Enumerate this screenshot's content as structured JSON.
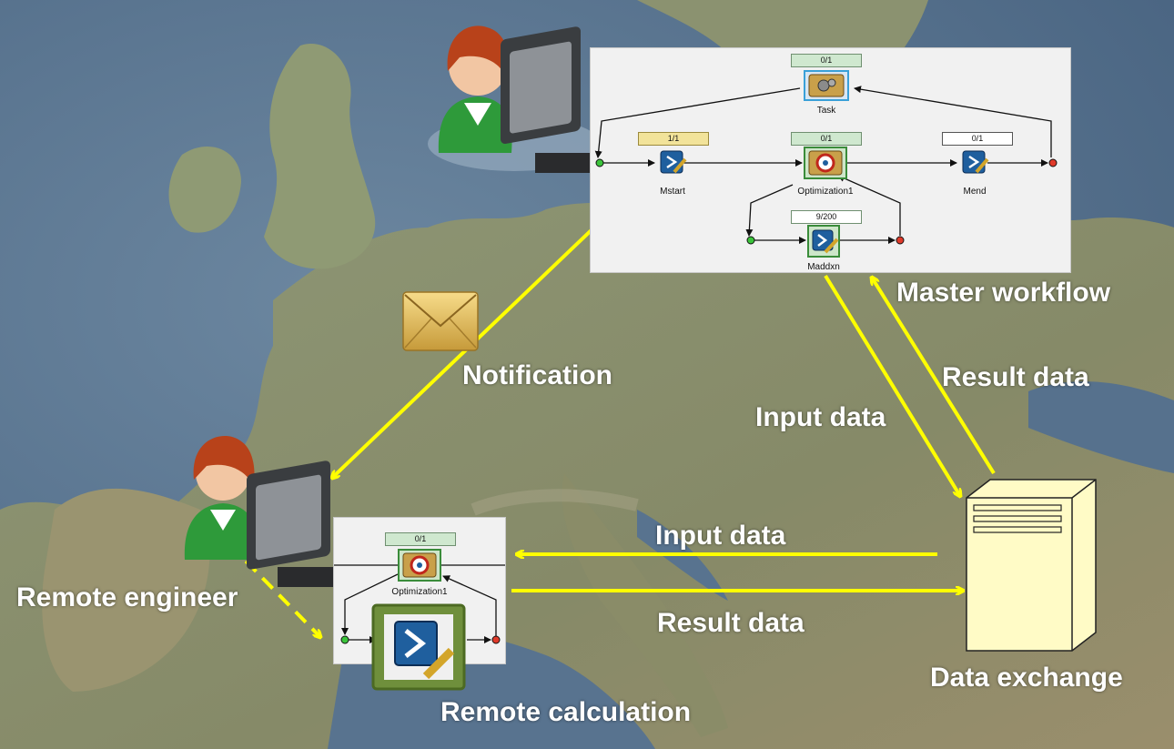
{
  "labels": {
    "notification": "Notification",
    "master_workflow": "Master workflow",
    "result_data_top": "Result data",
    "input_data_top": "Input data",
    "input_data_mid": "Input data",
    "result_data_mid": "Result data",
    "remote_engineer": "Remote engineer",
    "data_exchange": "Data exchange",
    "remote_calculation": "Remote calculation"
  },
  "master_panel": {
    "task": {
      "counter": "0/1",
      "label": "Task"
    },
    "mstart": {
      "counter": "1/1",
      "label": "Mstart"
    },
    "optimization": {
      "counter": "0/1",
      "label": "Optimization1"
    },
    "mend": {
      "counter": "0/1",
      "label": "Mend"
    },
    "maddxn": {
      "counter": "9/200",
      "label": "Maddxn"
    }
  },
  "remote_panel": {
    "optimization": {
      "counter": "0/1",
      "label": "Optimization1"
    }
  },
  "colors": {
    "arrow": "#ffff00",
    "map_sea": "#5f7a93",
    "map_land": "#8c9472",
    "server": "#fffbc6",
    "person_shirt": "#2e9a3a",
    "person_hair": "#b8421a"
  },
  "icons": [
    "user-at-computer-icon",
    "envelope-icon",
    "server-icon",
    "task-node-icon",
    "script-node-icon",
    "optimizer-node-icon"
  ]
}
